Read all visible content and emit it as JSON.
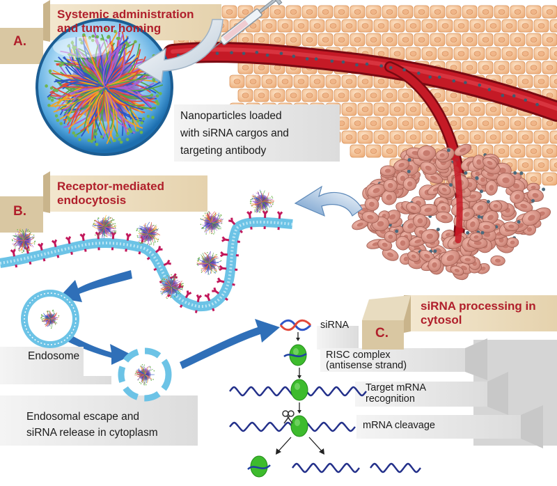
{
  "sections": {
    "a": {
      "letter": "A.",
      "title_line1": "Systemic administration",
      "title_line2": "and tumor homing"
    },
    "b": {
      "letter": "B.",
      "title_line1": "Receptor-mediated",
      "title_line2": "endocytosis"
    },
    "c": {
      "letter": "C.",
      "title_line1": "siRNA processing in",
      "title_line2": "cytosol"
    }
  },
  "captions": {
    "nanoparticle_line1": "Nanoparticles loaded",
    "nanoparticle_line2": "with siRNA cargos and",
    "nanoparticle_line3": "targeting antibody",
    "endosome": "Endosome",
    "escape_line1": "Endosomal escape and",
    "escape_line2": "siRNA release in cytoplasm"
  },
  "processing_steps": {
    "sirna": "siRNA",
    "risc_line1": "RISC complex",
    "risc_line2": "(antisense strand)",
    "target_line1": "Target mRNA",
    "target_line2": "recognition",
    "cleavage": "mRNA cleavage"
  },
  "colors": {
    "title_red": "#b01f2b",
    "tissue_cell": "#f6c9a0",
    "tumor_cell": "#dc9c8e",
    "vessel": "#b5111d",
    "membrane": "#7fcdea",
    "receptor": "#c2185b",
    "arrow_blue": "#2f6fb8",
    "risc_green": "#3dbb2d",
    "mrna_navy": "#23308a"
  }
}
